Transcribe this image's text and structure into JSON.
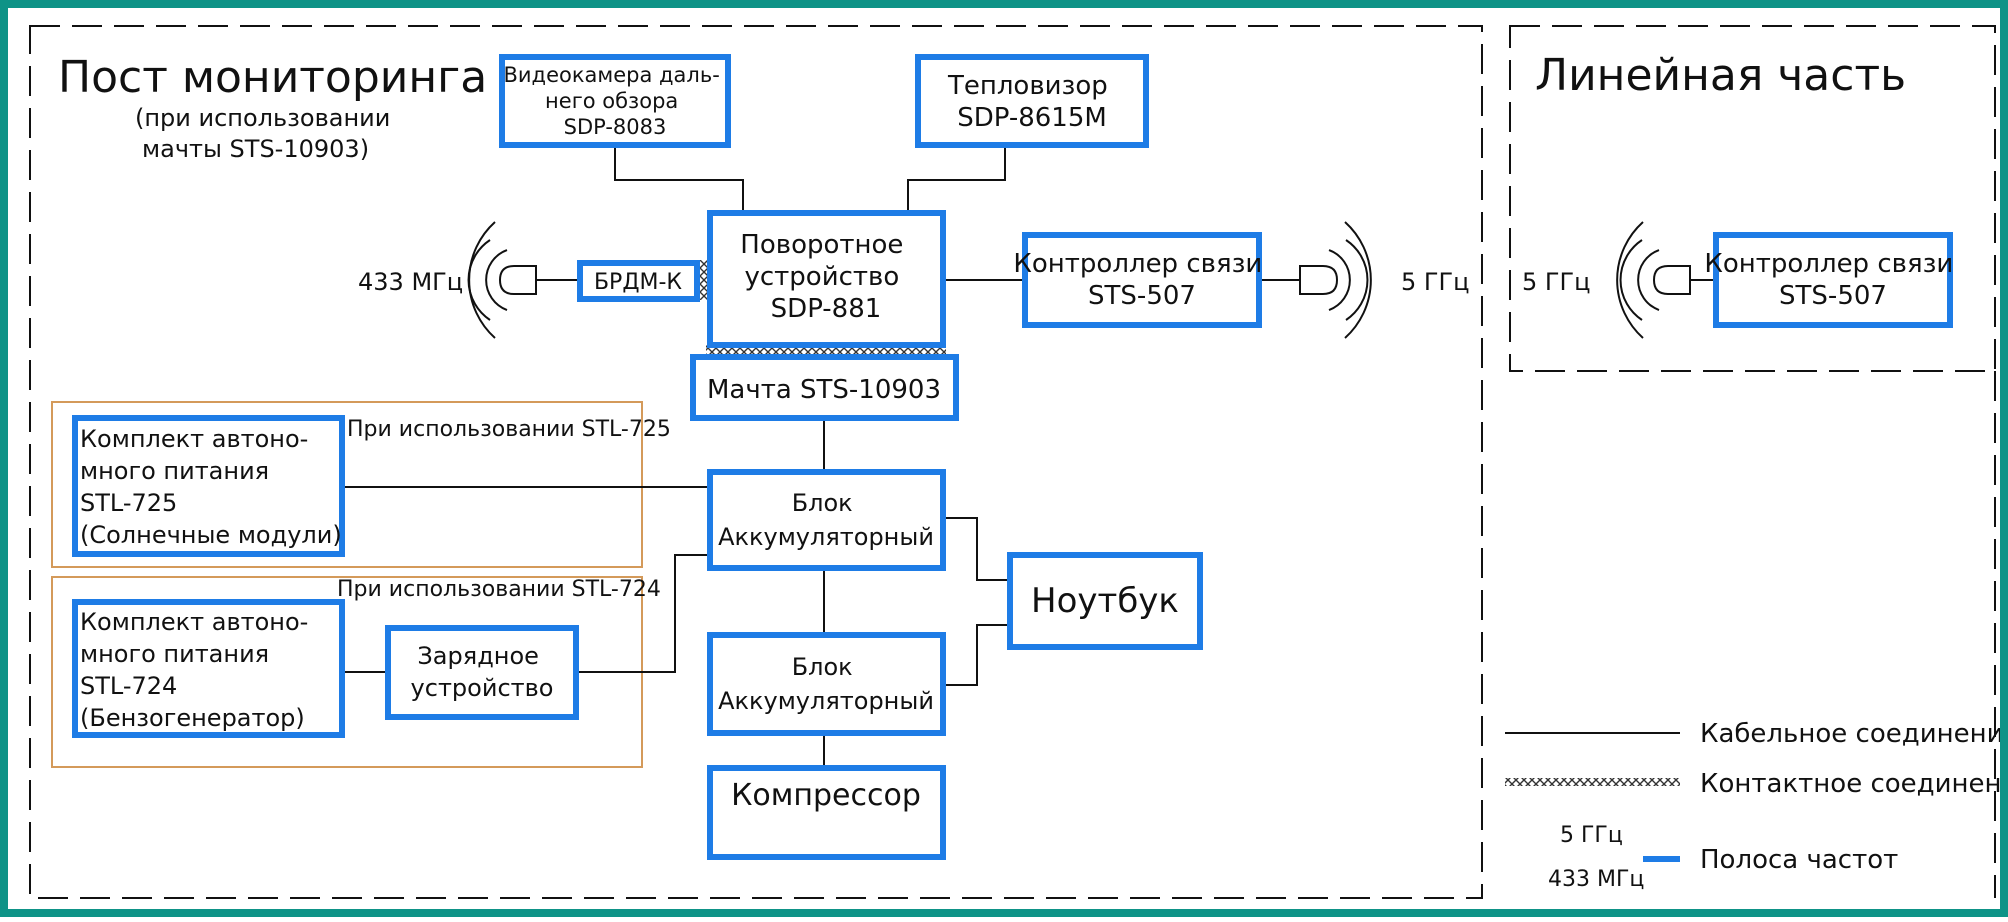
{
  "colors": {
    "frame": "#0e9387",
    "box_border": "#1e7ce6",
    "orange_group": "#d49a5a",
    "line": "#111111"
  },
  "sections": {
    "monitoring_title": "Пост мониторинга",
    "monitoring_subtitle_1": "(при использовании",
    "monitoring_subtitle_2": "мачты STS-10903)",
    "linear_title": "Линейная часть"
  },
  "nodes": {
    "videocamera": [
      "Видеокамера даль-",
      "него обзора",
      "SDP-8083"
    ],
    "thermal": [
      "Тепловизор",
      "SDP-8615M"
    ],
    "rotator": [
      "Поворотное",
      "устройство",
      "SDP-881"
    ],
    "brdm": "БРДМ-К",
    "controller_left": [
      "Контроллер связи",
      "STS-507"
    ],
    "mast": "Мачта STS-10903",
    "solar_kit": [
      "Комплект автоно-",
      "много питания",
      "STL-725",
      "(Солнечные модули)"
    ],
    "battery_top": [
      "Блок",
      "Аккумуляторный"
    ],
    "notebook": "Ноутбук",
    "generator_kit": [
      "Комплект автоно-",
      "много питания",
      "STL-724",
      "(Бензогенератор)"
    ],
    "charger": [
      "Зарядное",
      "устройство"
    ],
    "battery_bottom": [
      "Блок",
      "Аккумуляторный"
    ],
    "compressor": "Компрессор",
    "controller_right": [
      "Контроллер связи",
      "STS-507"
    ]
  },
  "labels": {
    "freq_433": "433 МГц",
    "freq_5_left": "5 ГГц",
    "freq_5_right": "5 ГГц",
    "group_725": "При использовании STL-725",
    "group_724": "При использовании STL-724"
  },
  "legend": {
    "cable": "Кабельное соединение",
    "contact": "Контактное соединение",
    "band_5": "5 ГГц",
    "band_433": "433 МГц",
    "band": "Полоса частот"
  }
}
